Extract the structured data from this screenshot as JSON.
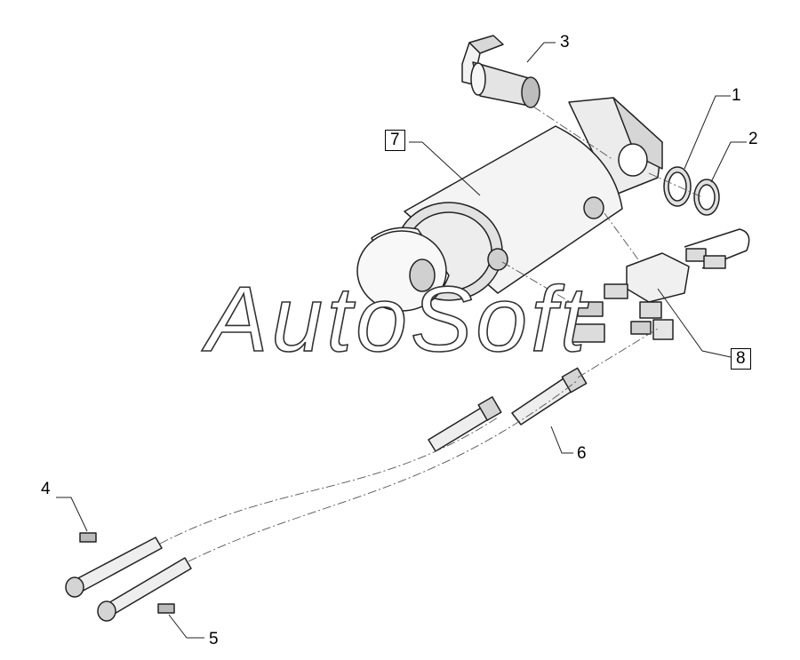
{
  "watermark": "AutoSoft",
  "callouts": [
    {
      "id": "1",
      "text": "1",
      "boxed": false
    },
    {
      "id": "2",
      "text": "2",
      "boxed": false
    },
    {
      "id": "3",
      "text": "3",
      "boxed": false
    },
    {
      "id": "4",
      "text": "4",
      "boxed": false
    },
    {
      "id": "5",
      "text": "5",
      "boxed": false
    },
    {
      "id": "6",
      "text": "6",
      "boxed": false
    },
    {
      "id": "7",
      "text": "7",
      "boxed": true
    },
    {
      "id": "8",
      "text": "8",
      "boxed": true
    }
  ],
  "colors": {
    "line": "#222222",
    "shade": "#cfcfcf",
    "light": "#eeeeee"
  }
}
